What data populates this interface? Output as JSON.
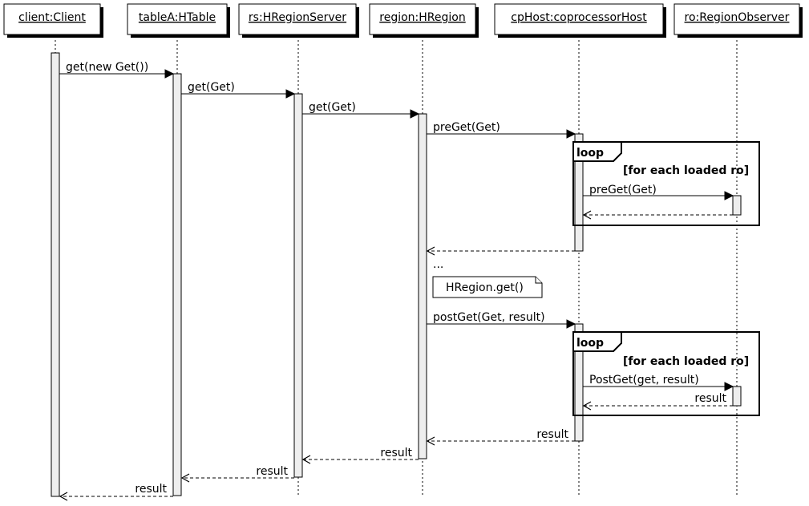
{
  "participants": [
    {
      "id": "client",
      "label": "client:Client"
    },
    {
      "id": "tableA",
      "label": "tableA:HTable"
    },
    {
      "id": "rs",
      "label": "rs:HRegionServer"
    },
    {
      "id": "region",
      "label": "region:HRegion"
    },
    {
      "id": "cpHost",
      "label": "cpHost:coprocessorHost"
    },
    {
      "id": "ro",
      "label": "ro:RegionObserver"
    }
  ],
  "messages": {
    "m1": "get(new Get())",
    "m2": "get(Get)",
    "m3": "get(Get)",
    "m4": "preGet(Get)",
    "m5": "preGet(Get)",
    "m8": "postGet(Get, result)",
    "m9": "PostGet(get, result)",
    "m10": "result",
    "m11": "result",
    "m12": "result",
    "m13": "result",
    "m14": "result"
  },
  "divider": "...",
  "note": "HRegion.get()",
  "loops": [
    {
      "keyword": "loop",
      "guard": "[for each loaded ro]"
    },
    {
      "keyword": "loop",
      "guard": "[for each loaded ro]"
    }
  ]
}
